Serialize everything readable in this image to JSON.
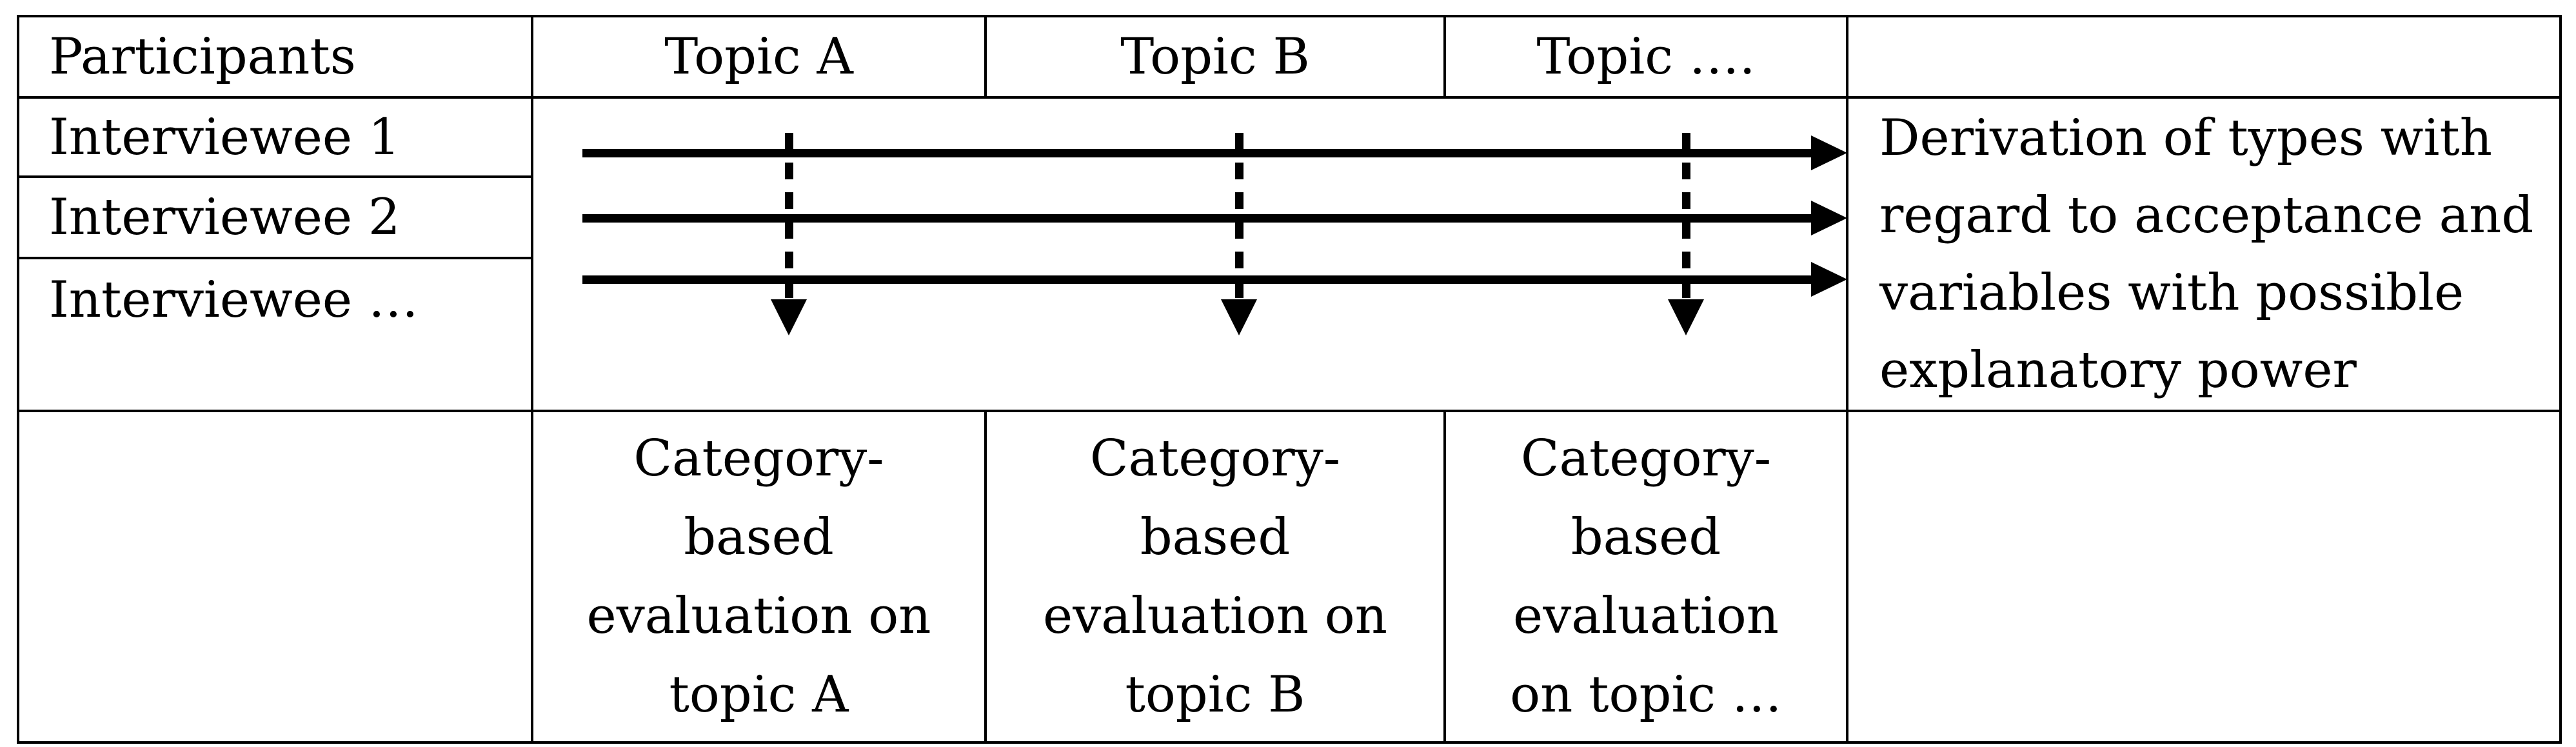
{
  "table": {
    "header": {
      "participants_label": "Participants",
      "topic_a": "Topic A",
      "topic_b": "Topic B",
      "topic_more": "Topic …."
    },
    "participant_rows": {
      "interviewee_1": "Interviewee 1",
      "interviewee_2": "Interviewee 2",
      "interviewee_more": "Interviewee …"
    },
    "derivation_note": {
      "lines": [
        "Derivation of types with",
        "regard to acceptance and",
        "variables with possible",
        "explanatory power"
      ]
    },
    "evaluation_cells": [
      {
        "lines": [
          "Category-",
          "based",
          "evaluation on",
          "topic A"
        ]
      },
      {
        "lines": [
          "Category-",
          "based",
          "evaluation on",
          "topic B"
        ]
      },
      {
        "lines": [
          "Category-",
          "based",
          "evaluation",
          "on topic …"
        ]
      }
    ],
    "colors": {
      "line": "#000000",
      "text": "#000000",
      "background": "#ffffff"
    }
  }
}
